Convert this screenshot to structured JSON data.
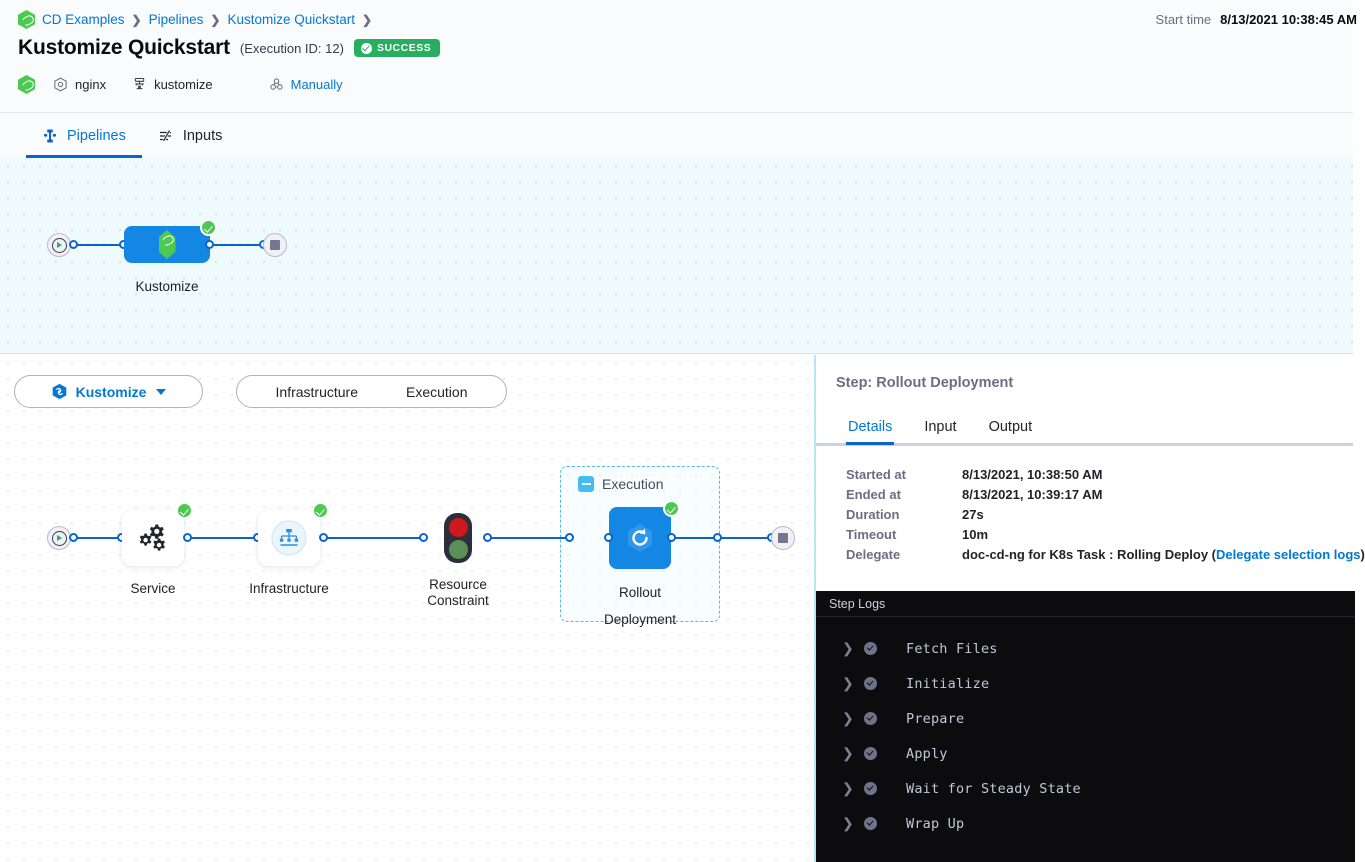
{
  "header": {
    "breadcrumb": [
      {
        "label": "CD Examples",
        "icon": "harness-logo-icon"
      },
      {
        "label": "Pipelines"
      },
      {
        "label": "Kustomize Quickstart"
      }
    ],
    "title": "Kustomize Quickstart",
    "execution_id": "(Execution ID: 12)",
    "status": "SUCCESS",
    "status_color": "#27ae60",
    "meta": [
      {
        "icon": "service-hexagon-icon",
        "label": "nginx"
      },
      {
        "icon": "infrastructure-icon",
        "label": "kustomize"
      },
      {
        "icon": "trigger-icon",
        "label": "Manually",
        "link": true
      }
    ],
    "start_time_label": "Start time",
    "start_time_value": "8/13/2021 10:38:45 AM"
  },
  "tabs": [
    {
      "label": "Pipelines",
      "icon": "pipeline-icon",
      "active": true
    },
    {
      "label": "Inputs",
      "icon": "inputs-icon",
      "active": false
    }
  ],
  "top_canvas": {
    "stage_label": "Kustomize",
    "start_icon": "play-icon",
    "stop_icon": "stop-icon",
    "status": "success"
  },
  "controls": {
    "stage_selector": "Kustomize",
    "stage_selector_icon": "harness-logo-icon",
    "section_tabs": [
      "Infrastructure",
      "Execution"
    ]
  },
  "graph": {
    "nodes": [
      {
        "name": "Service",
        "icon": "service-gears-icon",
        "status": "success"
      },
      {
        "name": "Infrastructure",
        "icon": "infrastructure-tree-icon",
        "status": "success"
      },
      {
        "name": "Resource\nConstraint",
        "line1": "Resource",
        "line2": "Constraint",
        "icon": "traffic-light-icon"
      },
      {
        "name": "Rollout Deployment",
        "line1": "Rollout",
        "line2": "Deployment",
        "icon": "rollout-refresh-icon",
        "status": "success"
      }
    ],
    "group_label": "Execution"
  },
  "right_panel": {
    "step_title": "Step: Rollout Deployment",
    "tabs": [
      {
        "label": "Details",
        "active": true
      },
      {
        "label": "Input",
        "active": false
      },
      {
        "label": "Output",
        "active": false
      }
    ],
    "details": [
      {
        "key": "Started at",
        "value": "8/13/2021, 10:38:50 AM"
      },
      {
        "key": "Ended at",
        "value": "8/13/2021, 10:39:17 AM"
      },
      {
        "key": "Duration",
        "value": "27s"
      },
      {
        "key": "Timeout",
        "value": "10m"
      }
    ],
    "delegate_key": "Delegate",
    "delegate_prefix": "doc-cd-ng for K8s Task : Rolling Deploy (",
    "delegate_link": "Delegate selection logs",
    "delegate_suffix": ")",
    "logs_header": "Step Logs",
    "logs": [
      {
        "label": "Fetch Files",
        "status": "success"
      },
      {
        "label": "Initialize",
        "status": "success"
      },
      {
        "label": "Prepare",
        "status": "success"
      },
      {
        "label": "Apply",
        "status": "success"
      },
      {
        "label": "Wait for Steady State",
        "status": "success"
      },
      {
        "label": "Wrap Up",
        "status": "success"
      }
    ]
  },
  "colors": {
    "accent_blue": "#0278d5",
    "edge_blue": "#0b64cc",
    "success_green": "#4dc952",
    "node_blue": "#1486e3",
    "log_bg": "#0c0c0f"
  }
}
